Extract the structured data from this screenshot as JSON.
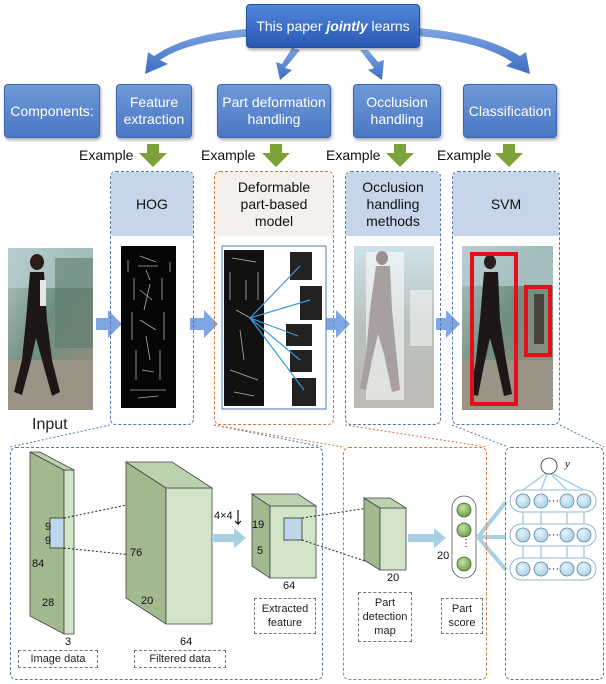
{
  "title_parts": {
    "before": "This paper ",
    "em": "jointly",
    "after": " learns"
  },
  "components_label": "Components:",
  "components": [
    "Feature\nextraction",
    "Part deformation\nhandling",
    "Occlusion\nhandling",
    "Classification"
  ],
  "example_label": "Example",
  "examples": [
    "HOG",
    "Deformable\npart-based\nmodel",
    "Occlusion\nhandling\nmethods",
    "SVM"
  ],
  "input_label": "Input",
  "cnn": {
    "image_data": {
      "caption": "Image data",
      "h": "84",
      "d": "28",
      "w": "3",
      "k1": "9",
      "k2": "9"
    },
    "filtered_data": {
      "caption": "Filtered data",
      "h": "76",
      "d": "20",
      "w": "64"
    },
    "pool": "4×4",
    "extracted": {
      "caption": "Extracted\nfeature",
      "h": "19",
      "d": "5",
      "w": "64"
    },
    "part_map": {
      "caption": "Part\ndetection\nmap",
      "w": "20"
    },
    "part_score": {
      "caption": "Part\nscore",
      "n": "20",
      "dots": "⋮"
    },
    "output": "y",
    "dots": "···"
  },
  "colors": {
    "accent": "#4a78c4",
    "arrow_green": "#7ea23a",
    "cube_face": "#cfe1c3",
    "cube_side": "#9fb98c",
    "red": "#e3101b"
  }
}
